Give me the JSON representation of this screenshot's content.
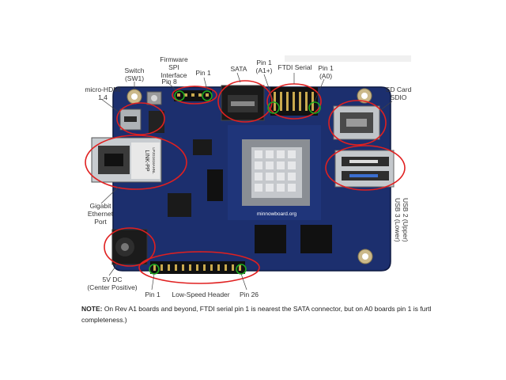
{
  "labels": {
    "firmware": [
      "Firmware",
      "SPI",
      "Interface"
    ],
    "switch": [
      "Switch",
      "(SW1)"
    ],
    "pin8": "Pin 8",
    "pin1_top": "Pin 1",
    "sata": "SATA",
    "pin1_a1": [
      "Pin 1",
      "(A1+)"
    ],
    "ftdi_serial": "FTDI Serial",
    "pin1_a0": [
      "Pin 1",
      "(A0)"
    ],
    "micro_hdmi": [
      "micro-HDMI",
      "1.4"
    ],
    "sd_card": [
      "SD Card",
      "SDIO"
    ],
    "ethernet": [
      "Gigabit",
      "Ethernet",
      "Port"
    ],
    "usb": [
      "USB 2 (Upper)",
      "USB 3 (Lower)"
    ],
    "power": [
      "5V DC",
      "(Center Positive)"
    ],
    "pin1_low": "Pin 1",
    "low_speed": "Low-Speed Header",
    "pin26": "Pin 26"
  },
  "board_text": {
    "ethernet_chip": "LINK-PP",
    "ethernet_chip_model": "LPJG1616AHNL",
    "brand": "minnowboard.org"
  },
  "note": {
    "prefix": "NOTE:",
    "text_line1": " On Rev A1 boards and beyond, FTDI serial pin 1 is nearest the SATA connector, but on A0 boards pin 1 is furtl",
    "text_line2": "completeness.)"
  },
  "colors": {
    "pcb": "#1c2f6e",
    "pcb_dark": "#14224f",
    "callout_red": "#e02020",
    "callout_green": "#1fa81f",
    "metal": "#b8bcc2"
  }
}
